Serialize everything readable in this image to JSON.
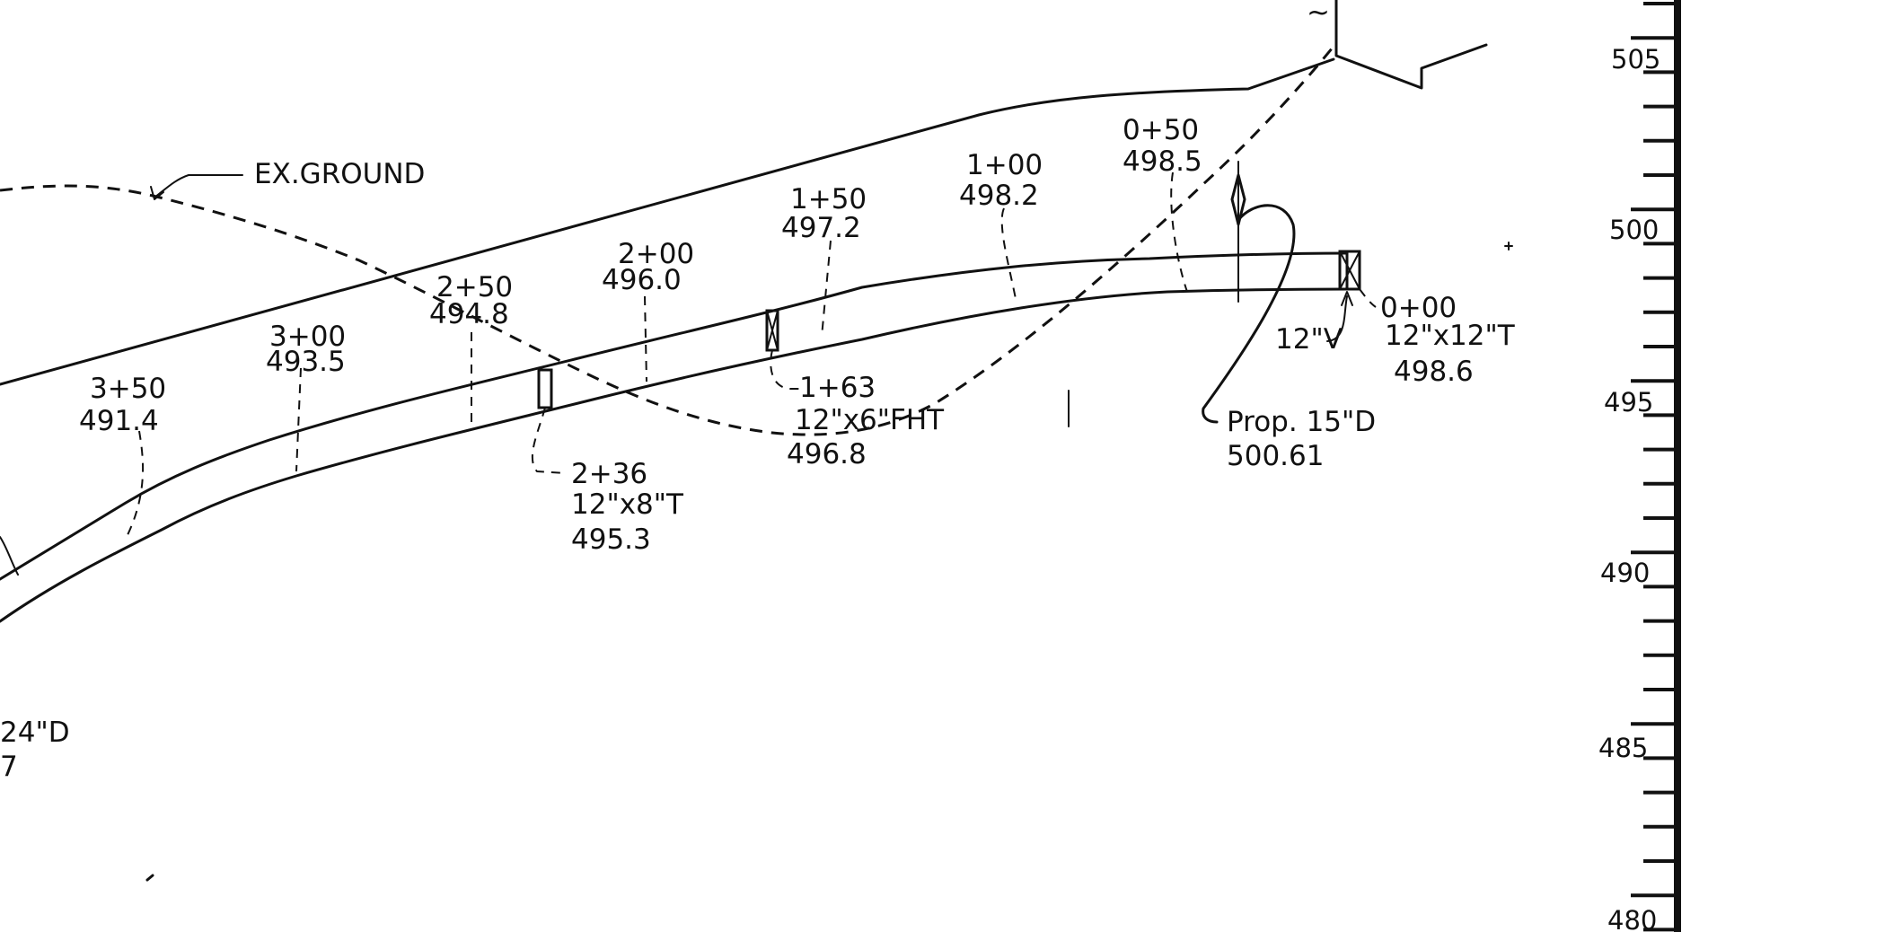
{
  "ground_label": "EX.GROUND",
  "stations": [
    {
      "id": "st-350",
      "station": "3+50",
      "elev": "491.4"
    },
    {
      "id": "st-300",
      "station": "3+00",
      "elev": "493.5"
    },
    {
      "id": "st-250",
      "station": "2+50",
      "elev": "494.8"
    },
    {
      "id": "st-200",
      "station": "2+00",
      "elev": "496.0"
    },
    {
      "id": "st-150",
      "station": "1+50",
      "elev": "497.2"
    },
    {
      "id": "st-100",
      "station": "1+00",
      "elev": "498.2"
    },
    {
      "id": "st-050",
      "station": "0+50",
      "elev": "498.5"
    }
  ],
  "fittings": {
    "tee_236": {
      "station": "2+36",
      "desc": "12\"x8\"T",
      "elev": "495.3"
    },
    "fh_163": {
      "station": "1+63",
      "desc": "12\"x6\"FHT",
      "elev": "496.8"
    },
    "tee_000": {
      "station": "0+00",
      "desc": "12\"x12\"T",
      "elev": "498.6"
    },
    "valve": {
      "desc": "12\"V"
    },
    "prop_drain": {
      "desc": "Prop. 15\"D",
      "elev": "500.61"
    },
    "left_drain": {
      "desc": "24\"D",
      "elev": "7"
    }
  },
  "elevation_scale": [
    "505",
    "500",
    "495",
    "490",
    "485",
    "480"
  ]
}
